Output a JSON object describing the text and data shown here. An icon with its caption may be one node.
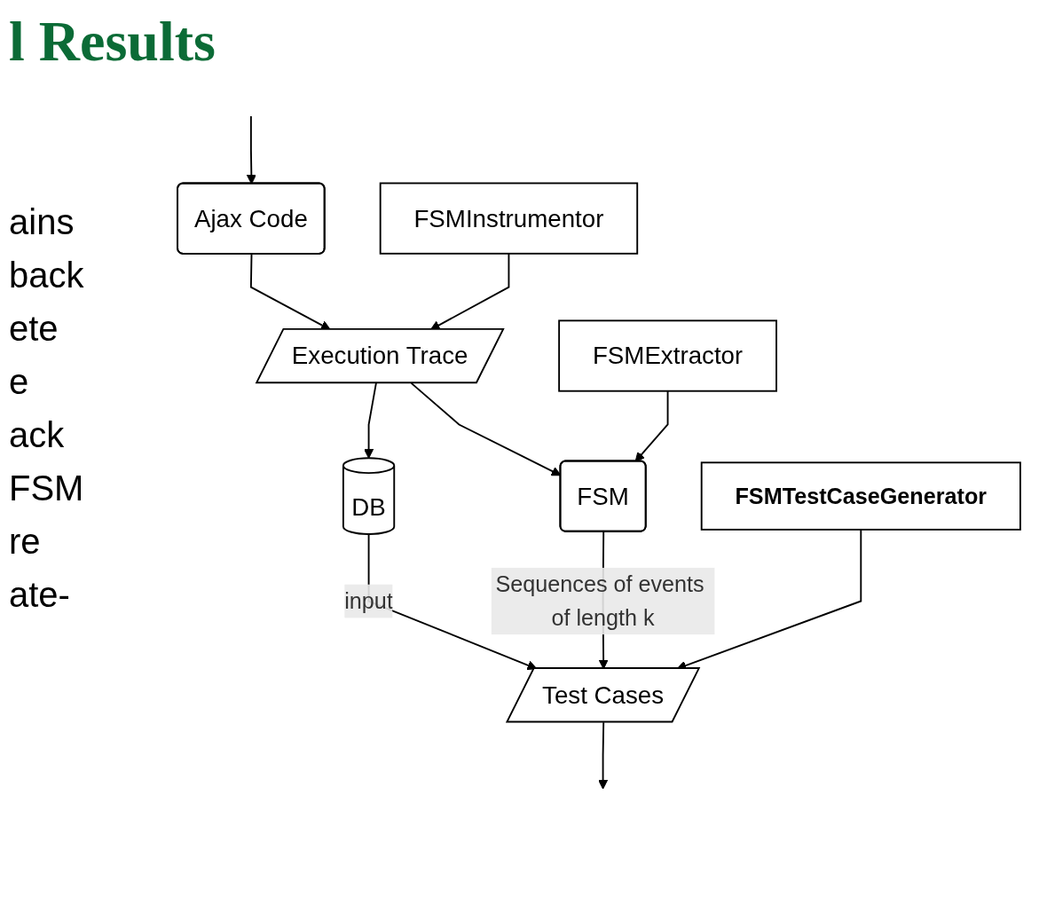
{
  "diagram": {
    "title": "l Results",
    "nodes": [
      {
        "text": [
          "Ajax Code"
        ]
      },
      {
        "text": [
          "FSMInstrumentor"
        ]
      },
      {
        "text": [
          "Execution Trace"
        ]
      },
      {
        "text": [
          "FSMExtractor"
        ]
      },
      {
        "text": [
          "FSM"
        ]
      },
      {
        "text": [
          "DB"
        ]
      },
      {
        "text": [
          "Test Cases"
        ]
      },
      {
        "text": [
          "FSMTestCaseGenerator"
        ]
      }
    ],
    "edges": [
      {
        "from": null,
        "to": 0,
        "arrow": "to"
      },
      {
        "from": 0,
        "to": 2,
        "arrow": "to"
      },
      {
        "from": 1,
        "to": 2,
        "arrow": "to"
      },
      {
        "from": 2,
        "to": 4,
        "arrow": "to"
      },
      {
        "from": 3,
        "to": 4,
        "arrow": "to"
      },
      {
        "from": 2,
        "to": 5,
        "arrow": "to"
      },
      {
        "from": 4,
        "to": 6,
        "arrow": "to",
        "label": "Sequences of events of length k"
      },
      {
        "from": 5,
        "to": 6,
        "arrow": "to",
        "label": "input"
      },
      {
        "from": 7,
        "to": 6,
        "arrow": "to"
      },
      {
        "from": 6,
        "to": null,
        "arrow": "to"
      }
    ],
    "labels": [
      "ains",
      "back",
      "ete",
      "e",
      "ack",
      "FSM",
      "re",
      "ate-"
    ]
  }
}
